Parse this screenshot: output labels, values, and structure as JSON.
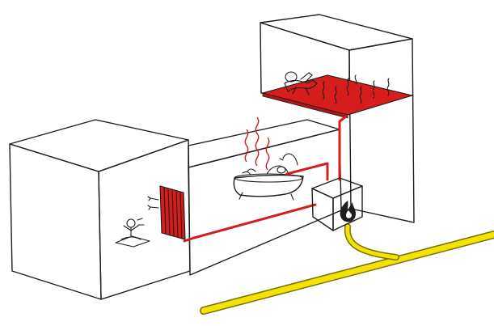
{
  "colors": {
    "background": "#ffffff",
    "ink": "#1d1d1d",
    "heat_red": "#d71c1c",
    "gas_yellow": "#f2e400",
    "gas_outline": "#7a6f10"
  },
  "icons": {
    "boiler": "flame-icon",
    "heat": "heat-wave-icon"
  },
  "scene": {
    "left_room": "person-by-radiator",
    "middle_room": "bathtub",
    "top_room": "underfloor-heating",
    "heat_source": "boiler",
    "supply": "gas-pipe"
  }
}
